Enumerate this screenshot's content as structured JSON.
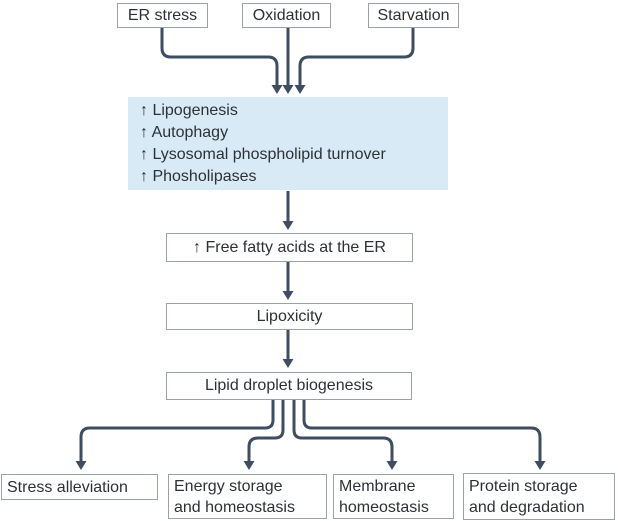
{
  "colors": {
    "arrow": "#3e4d62",
    "box_border": "#99a1ad",
    "text": "#2d3136",
    "highlight_fill": "#d8eaf6",
    "background": "#ffffff"
  },
  "diagram": {
    "stressors": [
      {
        "label": "ER stress"
      },
      {
        "label": "Oxidation"
      },
      {
        "label": "Starvation"
      }
    ],
    "upregulated_processes": [
      "↑ Lipogenesis",
      "↑ Autophagy",
      "↑ Lysosomal phospholipid turnover",
      "↑ Phosholipases"
    ],
    "cascade": [
      {
        "label": "↑ Free fatty acids at the ER"
      },
      {
        "label": "Lipoxicity"
      },
      {
        "label": "Lipid droplet biogenesis"
      }
    ],
    "outcomes": [
      {
        "label": "Stress alleviation"
      },
      {
        "label": "Energy storage\nand homeostasis"
      },
      {
        "label": "Membrane\nhomeostasis"
      },
      {
        "label": "Protein storage\nand degradation"
      }
    ]
  }
}
